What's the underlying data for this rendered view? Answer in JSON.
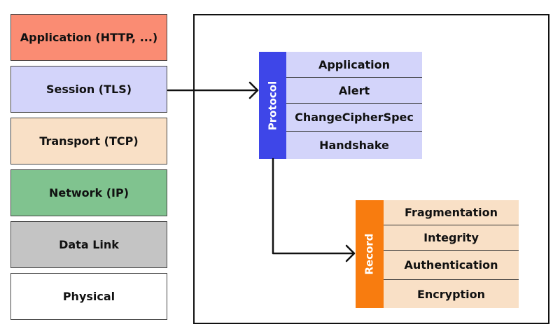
{
  "layers": [
    {
      "label": "Application (HTTP, ...)",
      "color": "#FA8C73"
    },
    {
      "label": "Session (TLS)",
      "color": "#D3D4FA"
    },
    {
      "label": "Transport (TCP)",
      "color": "#F9E0C6"
    },
    {
      "label": "Network (IP)",
      "color": "#80C38F"
    },
    {
      "label": "Data Link",
      "color": "#C4C4C4"
    },
    {
      "label": "Physical",
      "color": "#FFFFFF"
    }
  ],
  "protocol": {
    "title": "Protocol",
    "tab_color": "#3E46E8",
    "row_color": "#D3D4FA",
    "items": [
      "Application",
      "Alert",
      "ChangeCipherSpec",
      "Handshake"
    ]
  },
  "record": {
    "title": "Record",
    "tab_color": "#F87C0F",
    "row_color": "#F9E0C6",
    "items": [
      "Fragmentation",
      "Integrity",
      "Authentication",
      "Encryption"
    ]
  }
}
